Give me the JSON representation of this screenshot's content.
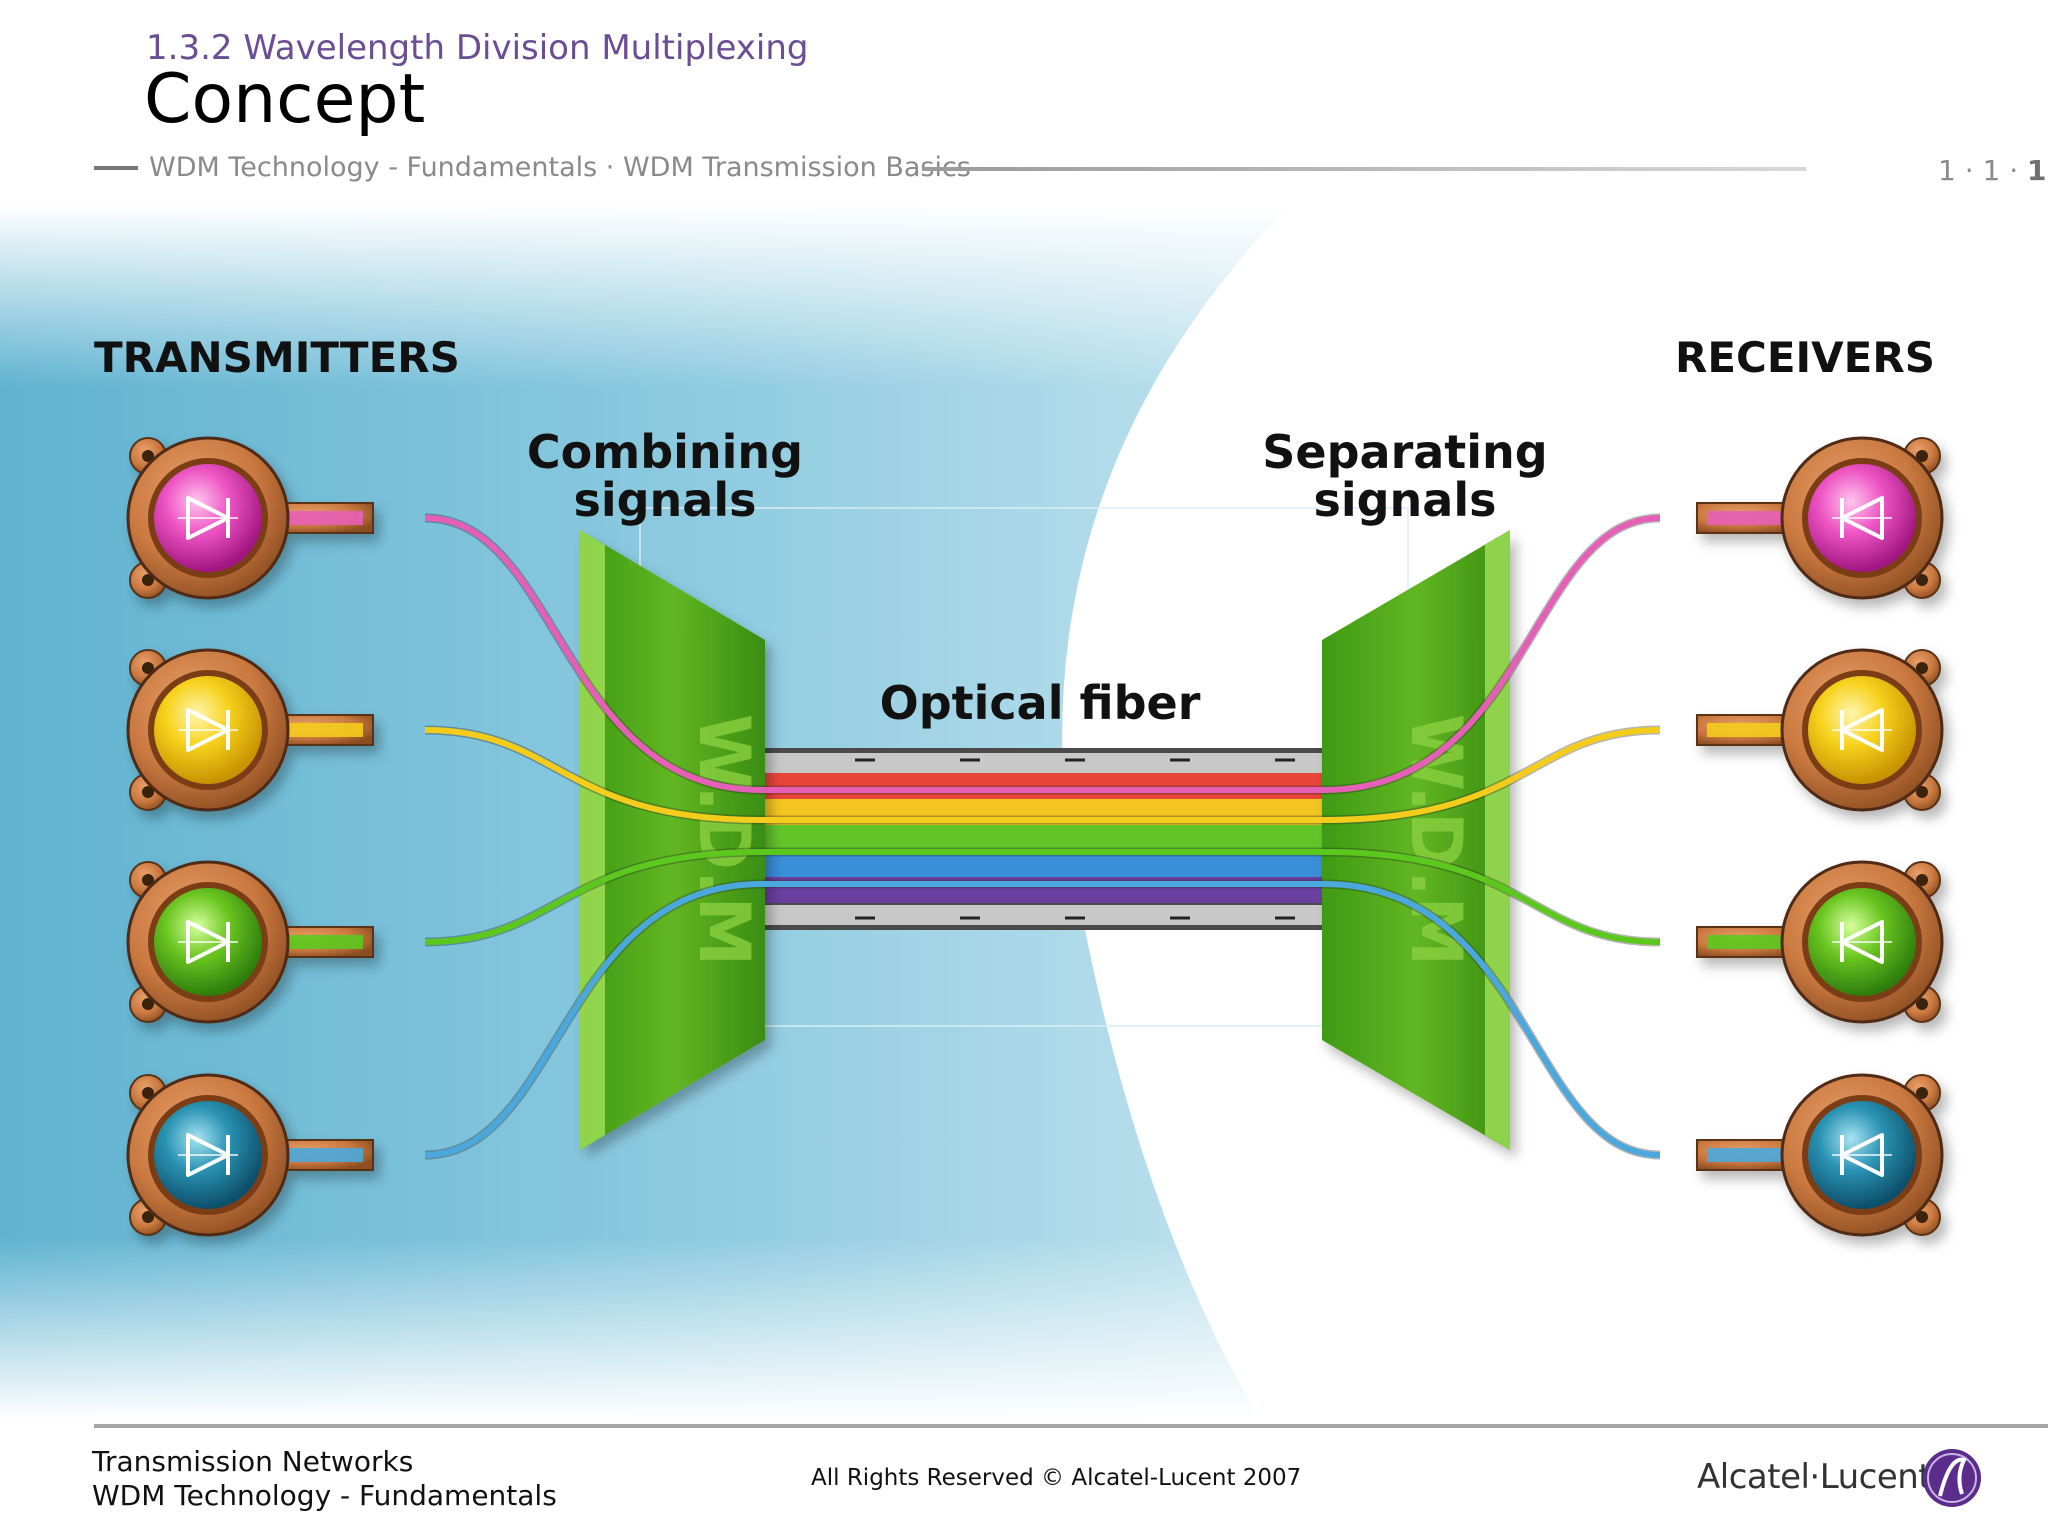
{
  "header": {
    "subtitle": "1.3.2 Wavelength Division Multiplexing",
    "title": "Concept",
    "breadcrumb": "WDM Technology - Fundamentals · WDM Transmission Basics",
    "page_number_prefix": "1 · 1 · ",
    "page_number_last": "1"
  },
  "diagram": {
    "transmitters_label": "TRANSMITTERS",
    "receivers_label": "RECEIVERS",
    "combining_line1": "Combining",
    "combining_line2": "signals",
    "separating_line1": "Separating",
    "separating_line2": "signals",
    "fiber_label": "Optical fiber",
    "mux_text": "W.D.M",
    "demux_text": "W.D.M",
    "channel_colors": [
      "#e65fb6",
      "#f3cc1c",
      "#5cc81e",
      "#4aa8dc"
    ],
    "fiber_band_colors": [
      "#e8453a",
      "#f4c521",
      "#63c42a",
      "#3a8fd8",
      "#6b3fa0"
    ]
  },
  "footer": {
    "line1": "Transmission Networks",
    "line2": "WDM Technology - Fundamentals",
    "copyright": "All Rights Reserved © Alcatel-Lucent 2007",
    "brand": "Alcatel·Lucent"
  }
}
